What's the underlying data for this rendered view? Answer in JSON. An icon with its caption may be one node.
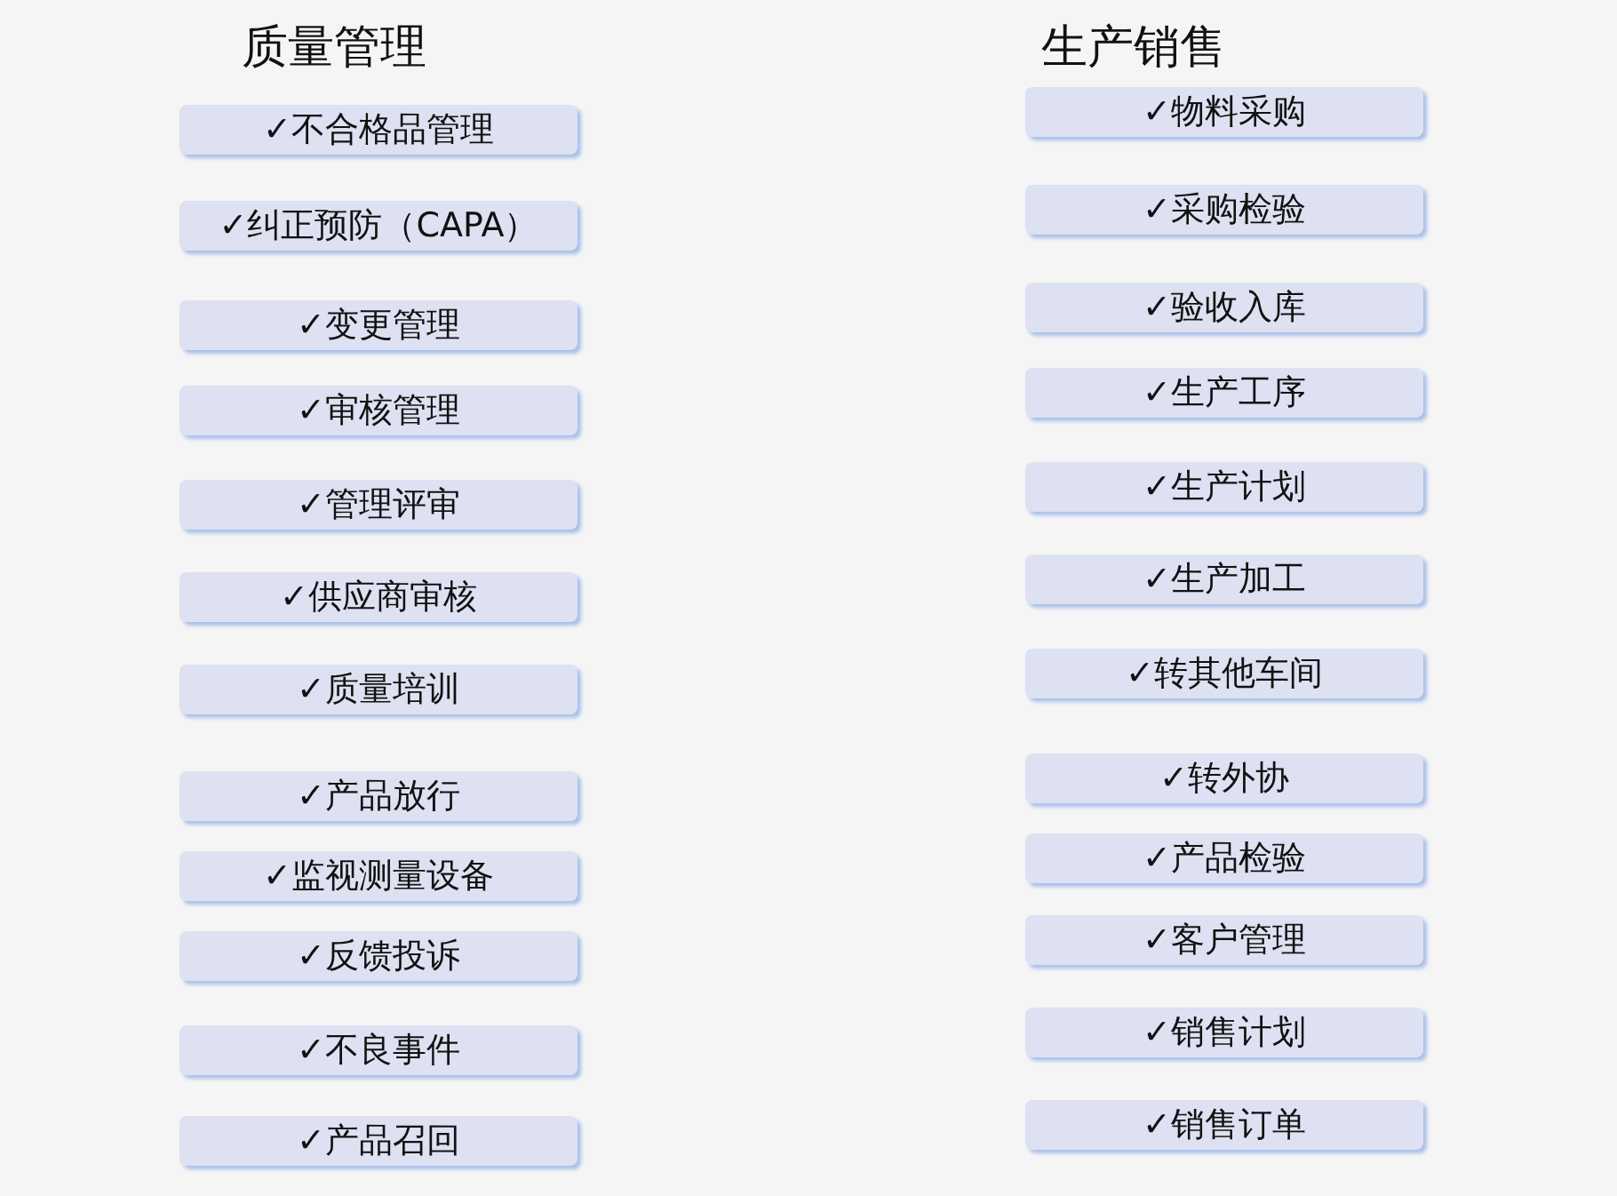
{
  "diagram": {
    "nodes": [
      {
        "text": [
          "✓不合格品管理"
        ]
      },
      {
        "text": [
          "✓纠正预防（CAPA）"
        ]
      },
      {
        "text": [
          "✓变更管理"
        ]
      },
      {
        "text": [
          "✓审核管理"
        ]
      },
      {
        "text": [
          "✓管理评审"
        ]
      },
      {
        "text": [
          "✓供应商审核"
        ]
      },
      {
        "text": [
          "✓质量培训"
        ]
      },
      {
        "text": [
          "✓产品放行"
        ]
      },
      {
        "text": [
          "✓监视测量设备"
        ]
      },
      {
        "text": [
          "✓反馈投诉"
        ]
      },
      {
        "text": [
          "✓不良事件"
        ]
      },
      {
        "text": [
          "✓产品召回"
        ]
      },
      {
        "text": [
          "✓物料采购"
        ]
      },
      {
        "text": [
          "✓采购检验"
        ]
      },
      {
        "text": [
          "✓验收入库"
        ]
      },
      {
        "text": [
          "✓生产工序"
        ]
      },
      {
        "text": [
          "✓生产计划"
        ]
      },
      {
        "text": [
          "✓生产加工"
        ]
      },
      {
        "text": [
          "✓转其他车间"
        ]
      },
      {
        "text": [
          "✓转外协"
        ]
      },
      {
        "text": [
          "✓产品检验"
        ]
      },
      {
        "text": [
          "✓客户管理"
        ]
      },
      {
        "text": [
          "✓销售计划"
        ]
      },
      {
        "text": [
          "✓销售订单"
        ]
      }
    ],
    "labels": [
      "质量管理",
      "生产销售"
    ]
  }
}
